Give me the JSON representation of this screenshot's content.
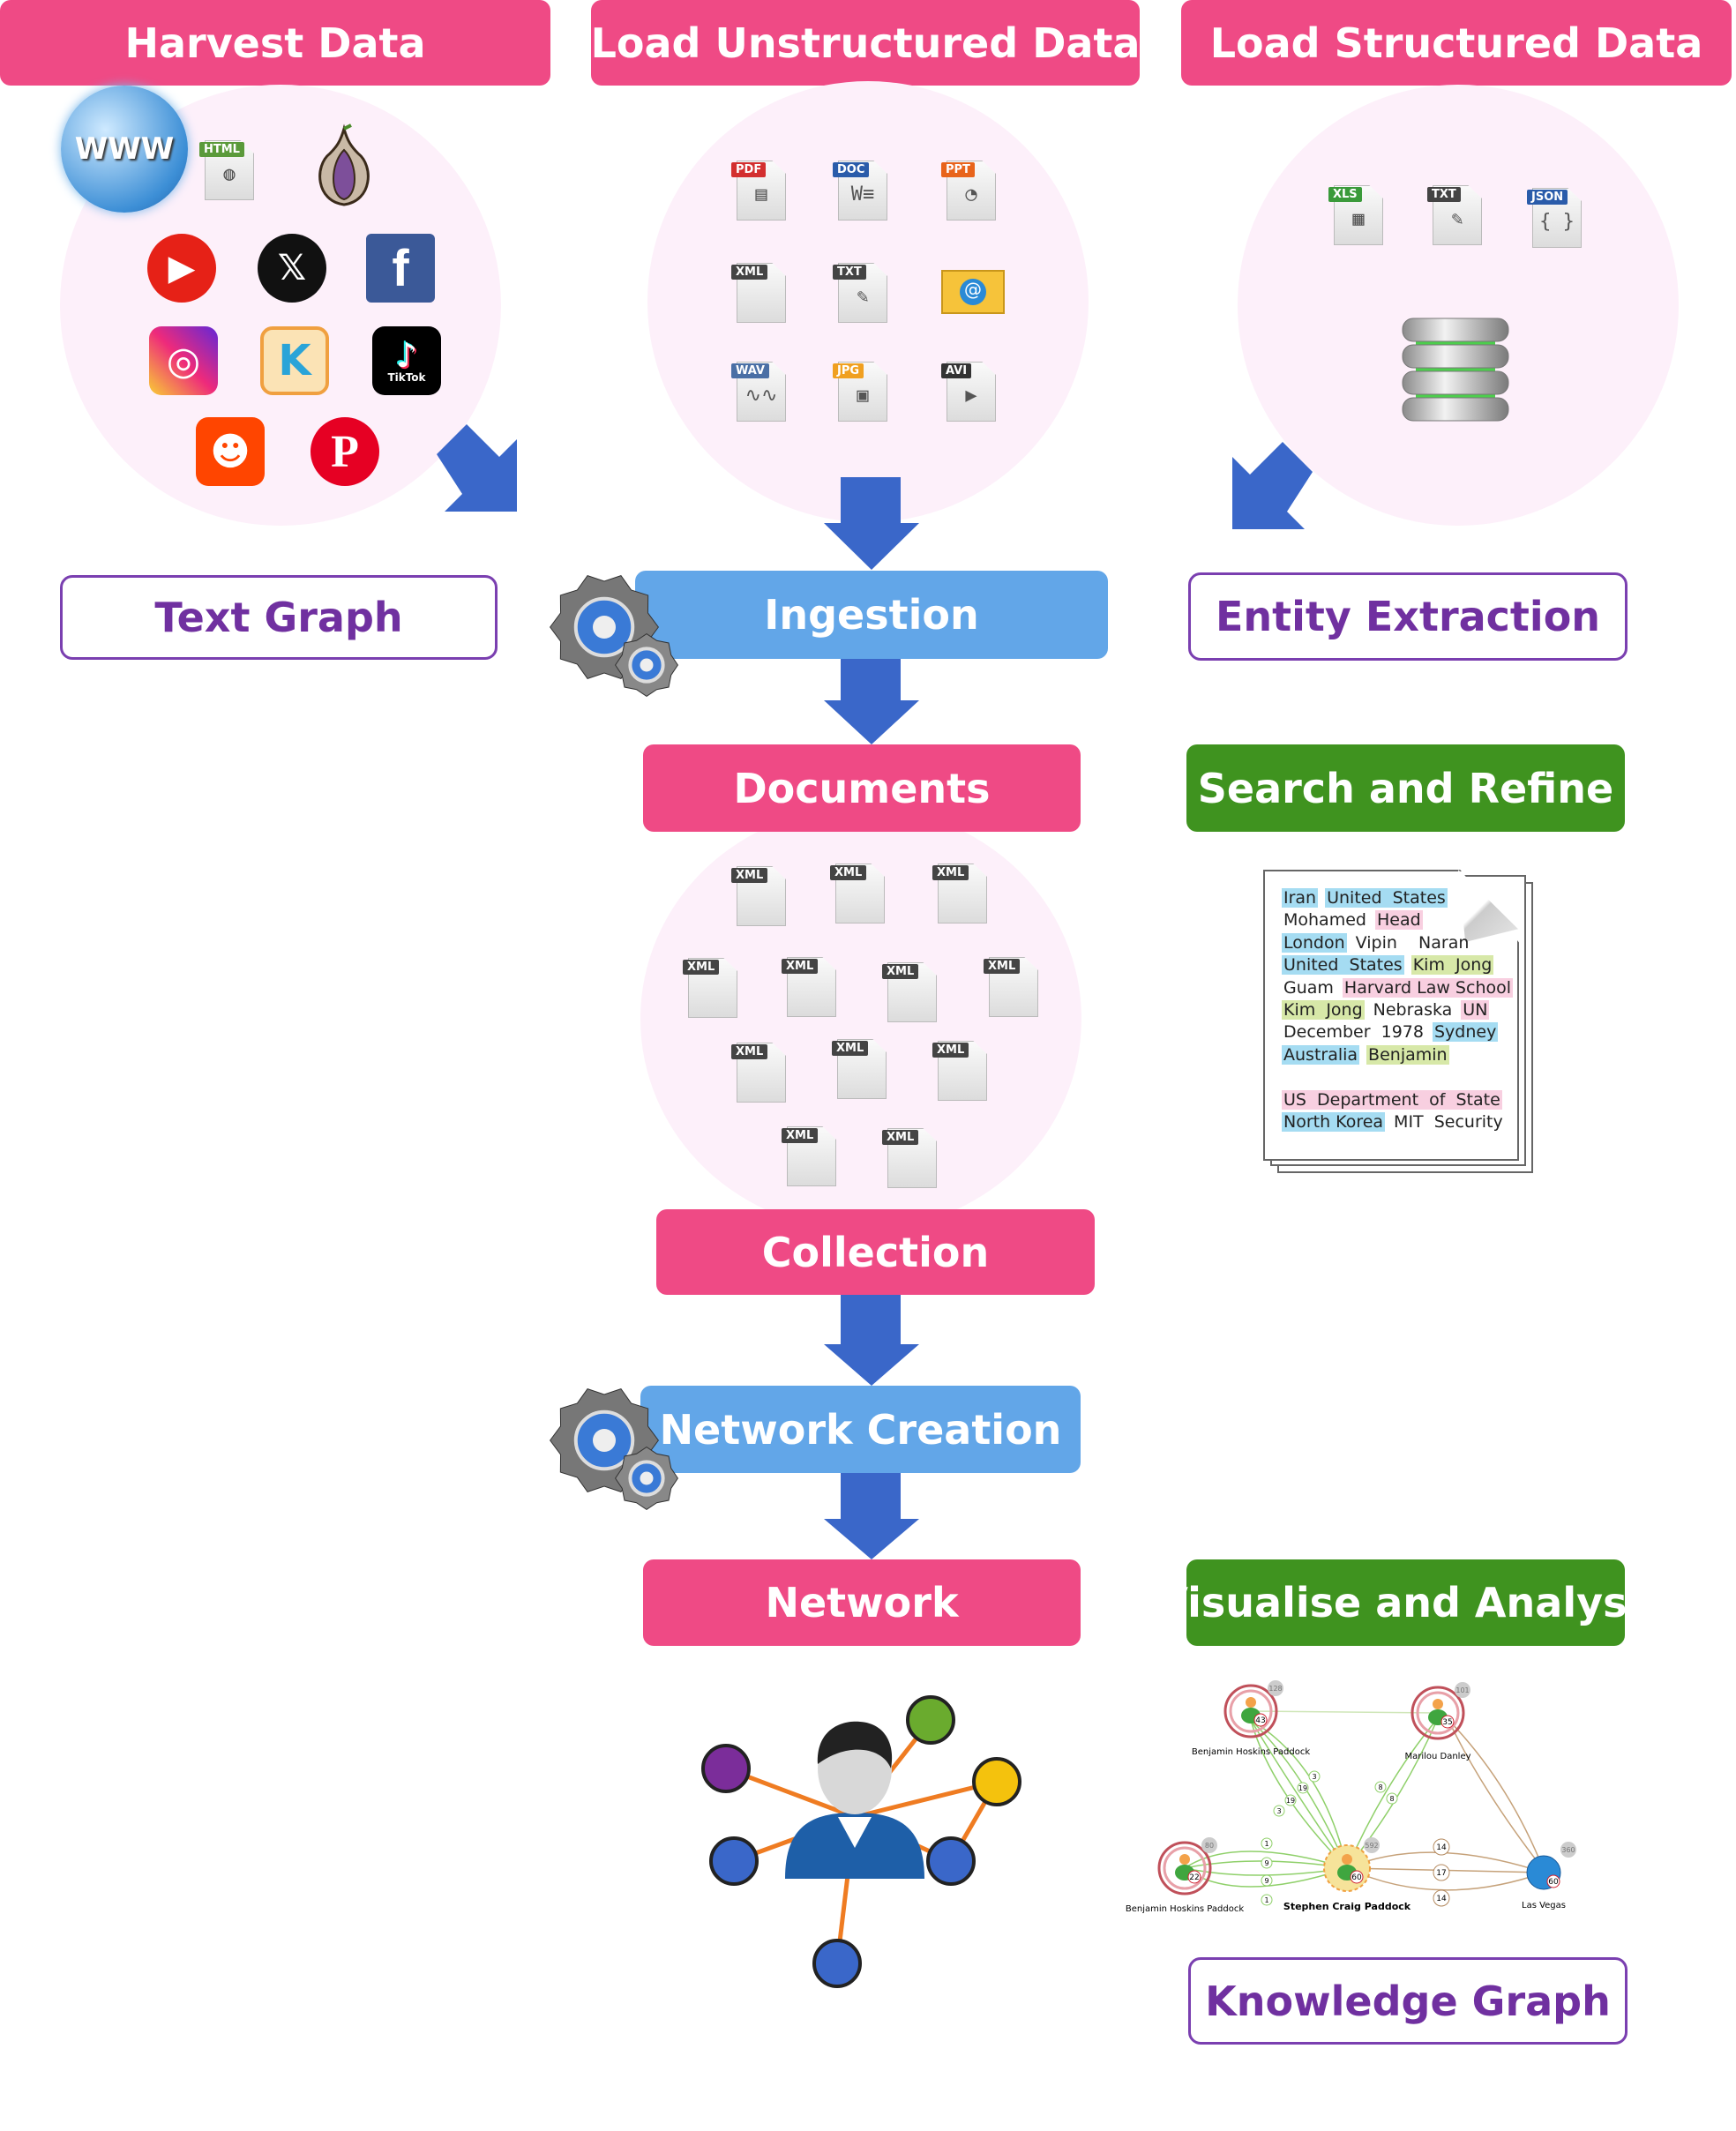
{
  "headers": {
    "harvest": "Harvest Data",
    "unstructured": "Load Unstructured Data",
    "structured": "Load Structured Data"
  },
  "stages": {
    "text_graph": "Text Graph",
    "ingestion": "Ingestion",
    "entity_extraction": "Entity Extraction",
    "documents": "Documents",
    "search_refine": "Search and Refine",
    "collection": "Collection",
    "network_creation": "Network Creation",
    "network": "Network",
    "visualise": "Visualise and Analyse",
    "knowledge_graph": "Knowledge Graph"
  },
  "harvest_sources": {
    "www": "WWW",
    "html": "HTML",
    "tiktok": "TikTok"
  },
  "unstructured_files": [
    "PDF",
    "DOC",
    "PPT",
    "XML",
    "TXT",
    "@",
    "WAV",
    "JPG",
    "AVI"
  ],
  "structured_files": [
    "XLS",
    "TXT",
    "JSON"
  ],
  "document_files": [
    "XML",
    "XML",
    "XML",
    "XML",
    "XML",
    "XML",
    "XML",
    "XML",
    "XML",
    "XML",
    "XML",
    "XML"
  ],
  "colors": {
    "pink": "#ef4a85",
    "light_blue": "#62a6e8",
    "green": "#3f931f",
    "purple": "#7030a0",
    "arrow": "#3a67c9",
    "entity_location": "#a5dcf2",
    "entity_org": "#f8cfe0",
    "entity_person": "#d7e8a8"
  },
  "entity_document": {
    "lines": [
      [
        {
          "t": "Iran",
          "c": "blue"
        },
        {
          "t": "United  States",
          "c": "blue"
        }
      ],
      [
        {
          "t": "Mohamed",
          "c": ""
        },
        {
          "t": "Head",
          "c": "pink"
        }
      ],
      [
        {
          "t": "London",
          "c": "blue"
        },
        {
          "t": "Vipin    Naran",
          "c": ""
        }
      ],
      [
        {
          "t": "United  States",
          "c": "blue"
        },
        {
          "t": "Kim  Jong",
          "c": "green"
        }
      ],
      [
        {
          "t": "Guam",
          "c": ""
        },
        {
          "t": "Harvard Law School",
          "c": "pink"
        }
      ],
      [
        {
          "t": "Kim  Jong",
          "c": "green"
        },
        {
          "t": "Nebraska",
          "c": ""
        },
        {
          "t": "UN",
          "c": "pink"
        }
      ],
      [
        {
          "t": "December  1978",
          "c": ""
        },
        {
          "t": "Sydney",
          "c": "blue"
        }
      ],
      [
        {
          "t": "Australia",
          "c": "blue"
        },
        {
          "t": "Benjamin",
          "c": "green"
        }
      ],
      [],
      [
        {
          "t": "US  Department  of  State",
          "c": "pink"
        }
      ],
      [
        {
          "t": "North Korea",
          "c": "blue"
        },
        {
          "t": "MIT  Security",
          "c": ""
        }
      ]
    ]
  },
  "knowledge_graph": {
    "nodes": [
      {
        "label": "Benjamin Hoskins Paddock",
        "badge": "43",
        "count": "128"
      },
      {
        "label": "Marilou Danley",
        "badge": "35",
        "count": "101"
      },
      {
        "label": "Benjamin Hoskins Paddock",
        "badge": "22",
        "count": "80"
      },
      {
        "label": "Stephen Craig Paddock",
        "badge": "60",
        "count": "592"
      },
      {
        "label": "Las Vegas",
        "badge": "60",
        "count": "360"
      }
    ],
    "edge_labels": {
      "top_left": [
        "3",
        "19",
        "19",
        "3"
      ],
      "top_right": [
        "8",
        "8"
      ],
      "left": [
        "1",
        "9",
        "9",
        "1"
      ],
      "right": [
        "14",
        "17",
        "14"
      ]
    }
  }
}
